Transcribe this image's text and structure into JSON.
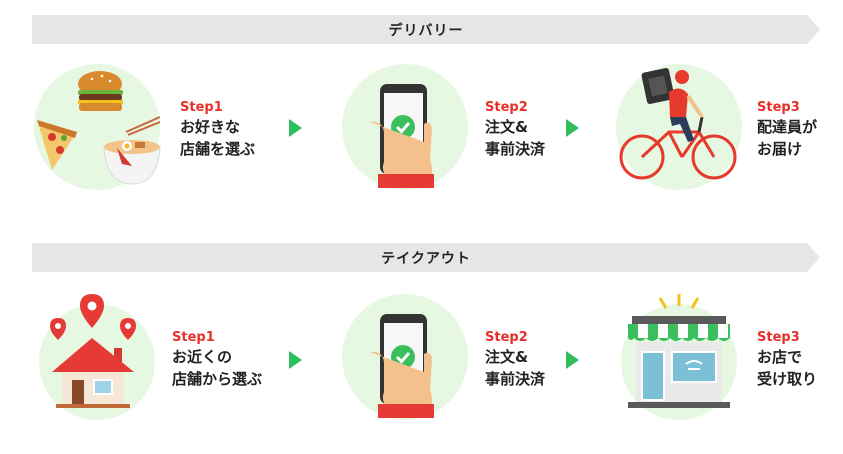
{
  "sections": [
    {
      "title": "デリバリー",
      "steps": [
        {
          "num": "Step1",
          "line1": "お好きな",
          "line2": "店舗を選ぶ",
          "icon": "food-icon"
        },
        {
          "num": "Step2",
          "line1": "注文&",
          "line2": "事前決済",
          "icon": "phone-check-icon"
        },
        {
          "num": "Step3",
          "line1": "配達員が",
          "line2": "お届け",
          "icon": "delivery-bike-icon"
        }
      ]
    },
    {
      "title": "テイクアウト",
      "steps": [
        {
          "num": "Step1",
          "line1": "お近くの",
          "line2": "店舗から選ぶ",
          "icon": "house-pins-icon"
        },
        {
          "num": "Step2",
          "line1": "注文&",
          "line2": "事前決済",
          "icon": "phone-check-icon"
        },
        {
          "num": "Step3",
          "line1": "お店で",
          "line2": "受け取り",
          "icon": "storefront-icon"
        }
      ]
    }
  ],
  "colors": {
    "banner": "#e6e6e6",
    "circle": "#e6f8e2",
    "arrow": "#2fbf5a",
    "step_num": "#e8302a"
  }
}
